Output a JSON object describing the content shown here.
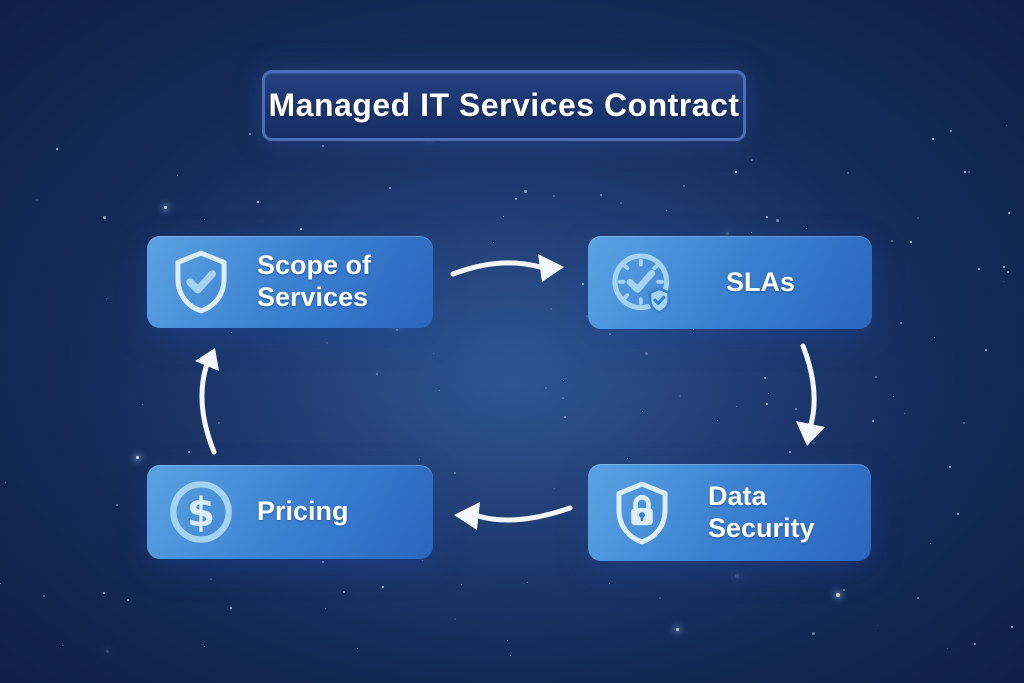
{
  "title": "Managed IT Services Contract",
  "nodes": [
    {
      "id": "scope-of-services",
      "label": "Scope of\nServices",
      "icon": "shield-check-icon"
    },
    {
      "id": "slas",
      "label": "SLAs",
      "icon": "clock-check-icon"
    },
    {
      "id": "data-security",
      "label": "Data\nSecurity",
      "icon": "lock-shield-icon"
    },
    {
      "id": "pricing",
      "label": "Pricing",
      "icon": "dollar-circle-icon"
    }
  ],
  "edges": [
    {
      "from": "scope-of-services",
      "to": "slas"
    },
    {
      "from": "slas",
      "to": "data-security"
    },
    {
      "from": "data-security",
      "to": "pricing"
    },
    {
      "from": "pricing",
      "to": "scope-of-services"
    }
  ],
  "colors": {
    "bg_center": "#1e3a6c",
    "bg_mid": "#0e2049",
    "bg_edge": "#050a1a",
    "title_fill_top": "#23407f",
    "title_fill_bottom": "#152e63",
    "title_border": "#4b6db8",
    "card_a": "#5ba2e2",
    "card_b": "#3b80d0",
    "card_c": "#2a66bd",
    "icon_pale": "#dcedfb",
    "icon_blue": "#a5d4f2",
    "text_color": "#ffffff",
    "arrow_color": "#f3f7fd"
  }
}
